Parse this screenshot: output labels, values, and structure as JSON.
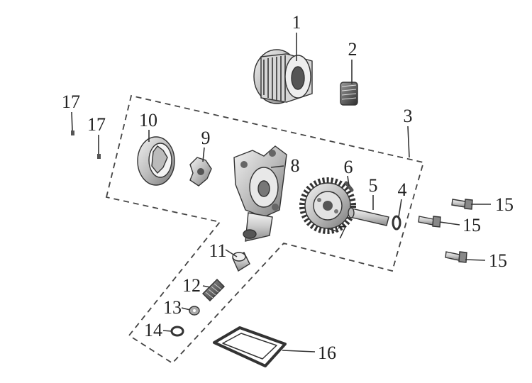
{
  "diagram": {
    "callouts": [
      {
        "id": "1",
        "label": "1"
      },
      {
        "id": "2",
        "label": "2"
      },
      {
        "id": "3",
        "label": "3"
      },
      {
        "id": "4",
        "label": "4"
      },
      {
        "id": "5",
        "label": "5"
      },
      {
        "id": "6",
        "label": "6"
      },
      {
        "id": "7",
        "label": "7"
      },
      {
        "id": "8",
        "label": "8"
      },
      {
        "id": "9",
        "label": "9"
      },
      {
        "id": "10",
        "label": "10"
      },
      {
        "id": "11",
        "label": "11"
      },
      {
        "id": "12",
        "label": "12"
      },
      {
        "id": "13",
        "label": "13"
      },
      {
        "id": "14",
        "label": "14"
      },
      {
        "id": "15a",
        "label": "15"
      },
      {
        "id": "15b",
        "label": "15"
      },
      {
        "id": "15c",
        "label": "15"
      },
      {
        "id": "16",
        "label": "16"
      },
      {
        "id": "17a",
        "label": "17"
      },
      {
        "id": "17b",
        "label": "17"
      }
    ]
  }
}
